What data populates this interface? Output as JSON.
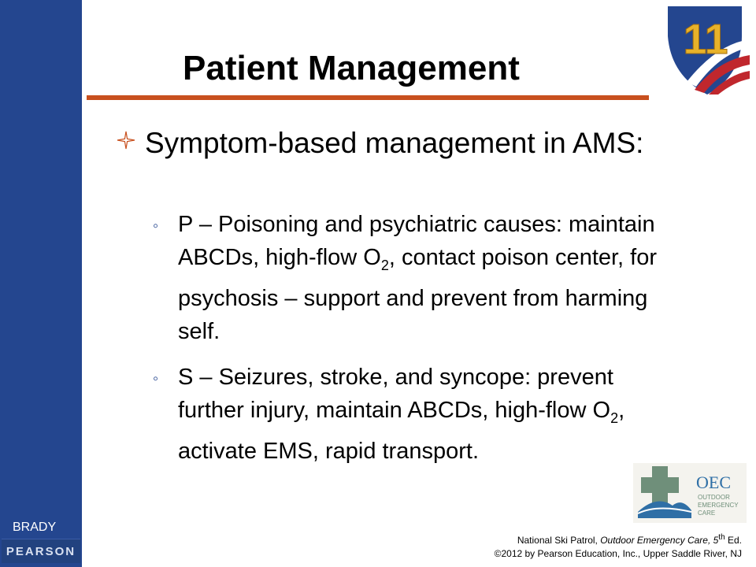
{
  "slide": {
    "title": "Patient Management",
    "bullet": "Symptom-based management in AMS:",
    "sub_items": [
      {
        "before": "P – Poisoning and psychiatric causes: maintain ABCDs, high-flow O",
        "subscript": "2",
        "after": ", contact poison center, for psychosis – support and prevent from harming self."
      },
      {
        "before": "S – Seizures, stroke, and syncope: prevent further injury, maintain ABCDs, high-flow O",
        "subscript": "2",
        "after": ", activate EMS, rapid transport."
      }
    ]
  },
  "branding": {
    "publisher_top": "BRADY",
    "publisher_bottom": "PEARSON",
    "chapter_badge": "11",
    "oec_logo": {
      "name": "OEC",
      "lines": [
        "OUTDOOR",
        "EMERGENCY",
        "CARE"
      ]
    }
  },
  "footer": {
    "org": "National Ski Patrol, ",
    "book": "Outdoor Emergency Care, 5",
    "edition_sup": "th",
    "edition_end": " Ed.",
    "copyright": "©2012 by Pearson Education, Inc., Upper Saddle River, NJ"
  },
  "colors": {
    "sidebar": "#24468f",
    "accent_rule": "#c8501e",
    "badge_red": "#c0272d",
    "badge_gold": "#e8b22a",
    "oec_green": "#6f8f7a",
    "oec_blue": "#2f6fa6"
  }
}
